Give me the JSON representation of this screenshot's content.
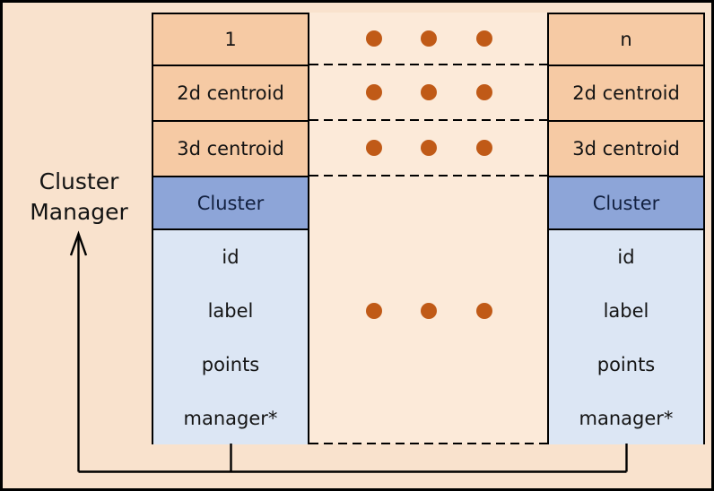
{
  "manager": {
    "label_line1": "Cluster",
    "label_line2": "Manager"
  },
  "left_column": {
    "header": "1",
    "centroid_rows": [
      "2d centroid",
      "3d centroid"
    ],
    "class_name": "Cluster",
    "attributes": [
      "id",
      "label",
      "points",
      "manager*"
    ]
  },
  "right_column": {
    "header": "n",
    "centroid_rows": [
      "2d centroid",
      "3d centroid"
    ],
    "class_name": "Cluster",
    "attributes": [
      "id",
      "label",
      "points",
      "manager*"
    ]
  },
  "ellipsis": {
    "rows": 4,
    "dots_per_row": 3,
    "icon": "ellipsis-dots"
  },
  "colors": {
    "background": "#f9e2cd",
    "gap_background": "#fcead9",
    "centroid_cell": "#f6caa4",
    "class_header": "#8da5d8",
    "attribute_cell": "#dce6f4",
    "dot": "#c05a17",
    "line": "#000000",
    "class_header_text": "#12203f",
    "text": "#141414"
  }
}
